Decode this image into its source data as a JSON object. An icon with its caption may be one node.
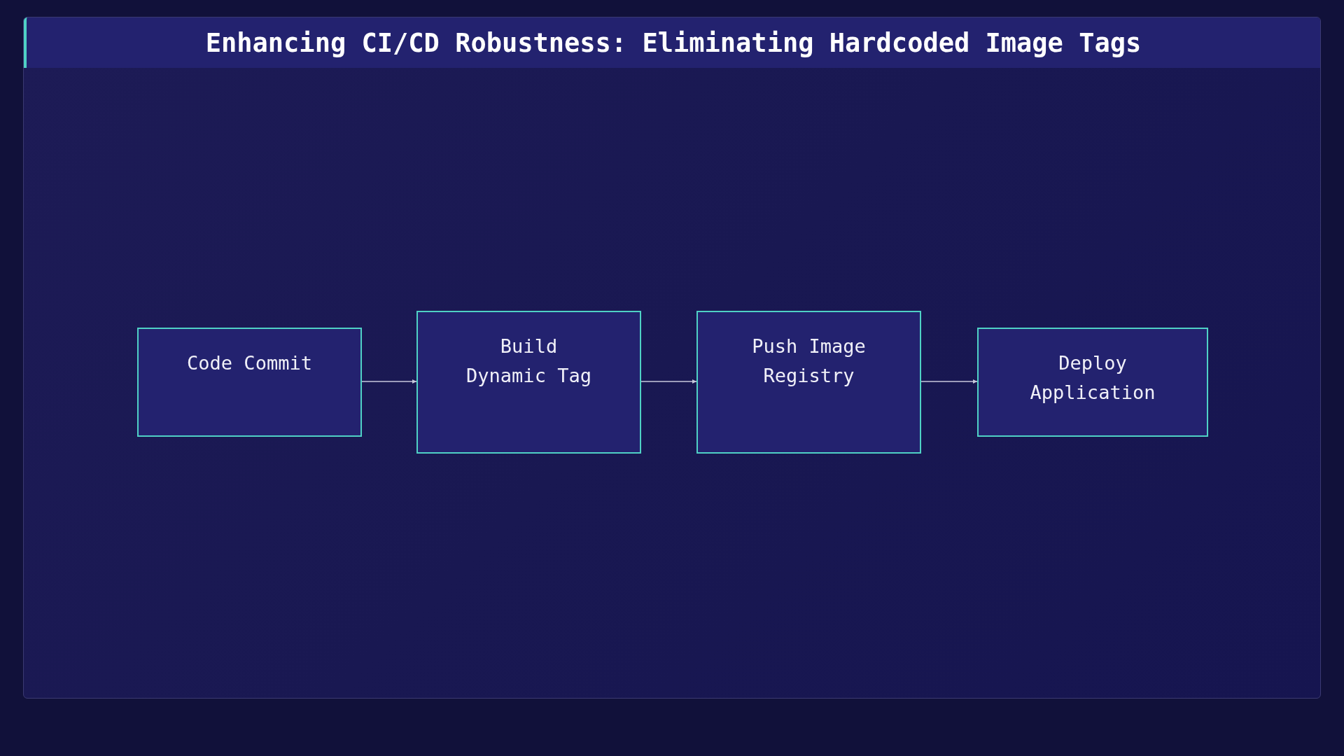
{
  "diagram": {
    "title": "Enhancing CI/CD Robustness: Eliminating Hardcoded Image Tags",
    "nodes": [
      {
        "text": [
          "Code Commit"
        ]
      },
      {
        "text": [
          "Build Dynamic Tag"
        ]
      },
      {
        "text": [
          "Push Image Registry"
        ]
      },
      {
        "text": [
          "Deploy Application"
        ]
      }
    ],
    "edges": [
      {
        "from": 0,
        "to": 1,
        "arrow": "to"
      },
      {
        "from": 1,
        "to": 2,
        "arrow": "to"
      },
      {
        "from": 2,
        "to": 3,
        "arrow": "to"
      }
    ]
  }
}
